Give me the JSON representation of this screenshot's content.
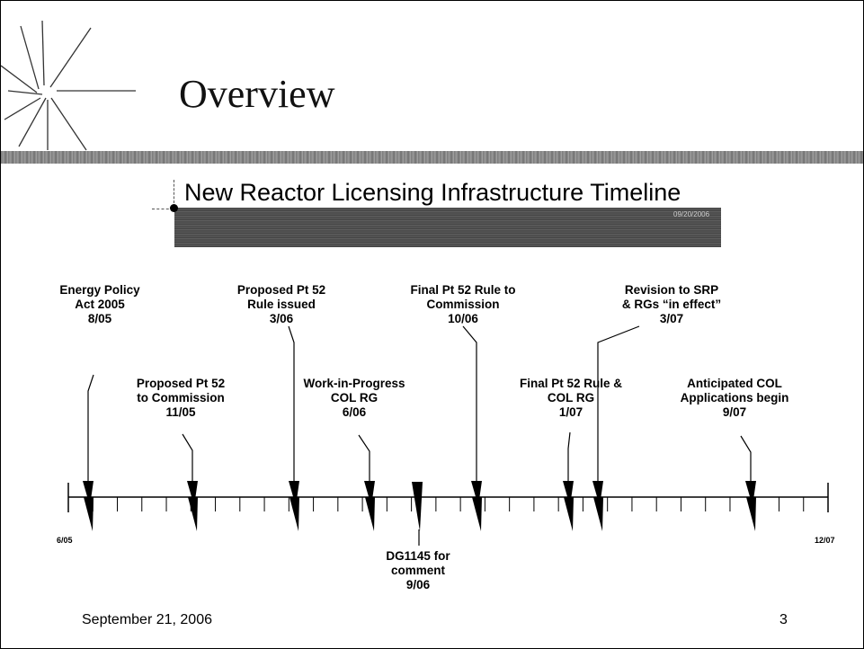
{
  "slide": {
    "title": "Overview",
    "subtitle": "New Reactor Licensing Infrastructure Timeline",
    "bar_date": "09/20/2006",
    "footer_date": "September 21, 2006",
    "page_number": "3"
  },
  "timeline": {
    "start_label": "6/05",
    "end_label": "12/07",
    "events": [
      {
        "label": [
          "Energy Policy",
          "Act 2005",
          "8/05"
        ]
      },
      {
        "label": [
          "Proposed Pt 52",
          "to Commission",
          "11/05"
        ]
      },
      {
        "label": [
          "Proposed Pt 52",
          "Rule issued",
          "3/06"
        ]
      },
      {
        "label": [
          "Work-in-Progress",
          "COL RG",
          "6/06"
        ]
      },
      {
        "label": [
          "DG1145 for",
          "comment",
          "9/06"
        ]
      },
      {
        "label": [
          "Final Pt 52 Rule to",
          "Commission",
          "10/06"
        ]
      },
      {
        "label": [
          "Final Pt 52 Rule &",
          "COL RG",
          "1/07"
        ]
      },
      {
        "label": [
          "Revision to SRP",
          "& RGs “in effect”",
          "3/07"
        ]
      },
      {
        "label": [
          "Anticipated COL",
          "Applications begin",
          "9/07"
        ]
      }
    ]
  }
}
